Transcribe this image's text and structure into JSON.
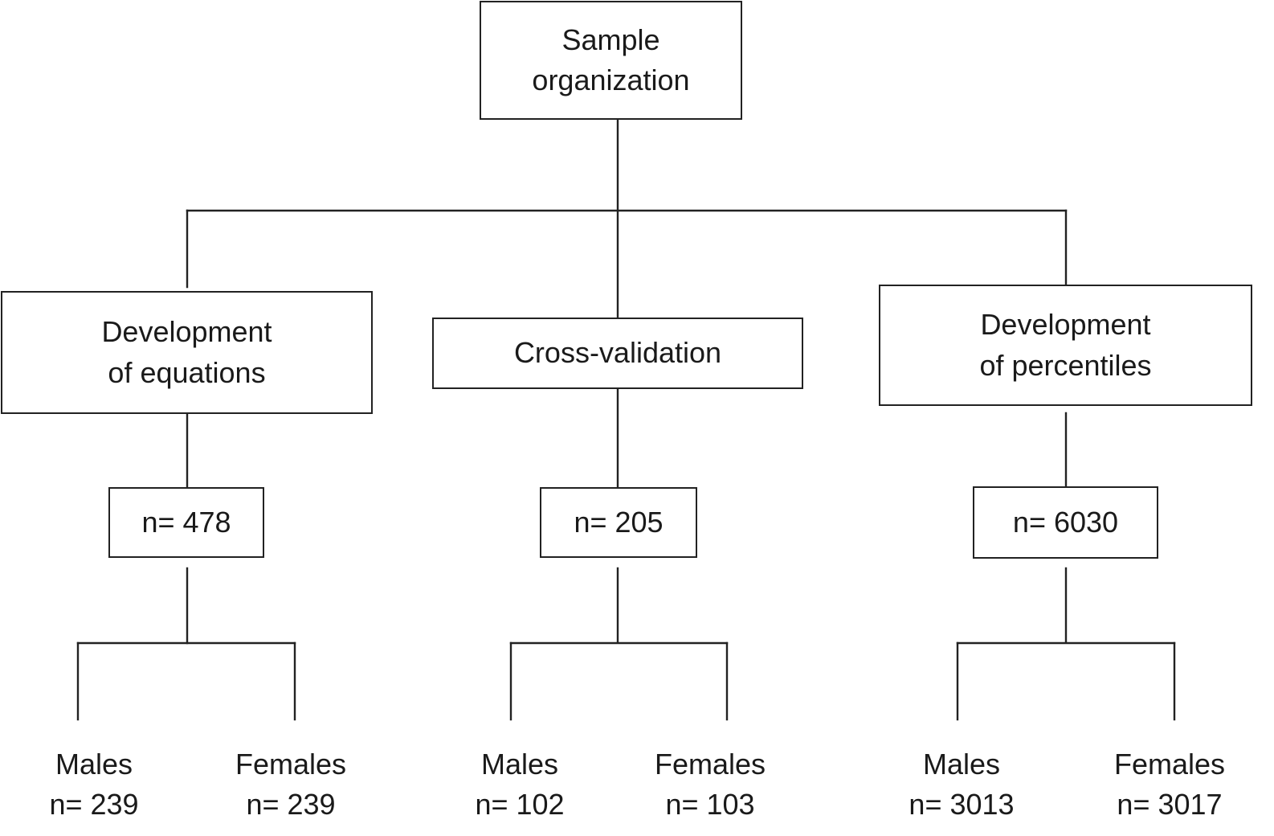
{
  "diagram": {
    "root": {
      "label_line1": "Sample",
      "label_line2": "organization"
    },
    "branches": [
      {
        "label_line1": "Development",
        "label_line2": "of equations",
        "total": "n= 478",
        "males": {
          "label": "Males",
          "count": "n= 239"
        },
        "females": {
          "label": "Females",
          "count": "n= 239"
        }
      },
      {
        "label_line1": "Cross-validation",
        "total": "n= 205",
        "males": {
          "label": "Males",
          "count": "n= 102"
        },
        "females": {
          "label": "Females",
          "count": "n= 103"
        }
      },
      {
        "label_line1": "Development",
        "label_line2": "of percentiles",
        "total": "n= 6030",
        "males": {
          "label": "Males",
          "count": "n= 3013"
        },
        "females": {
          "label": "Females",
          "count": "n= 3017"
        }
      }
    ]
  }
}
